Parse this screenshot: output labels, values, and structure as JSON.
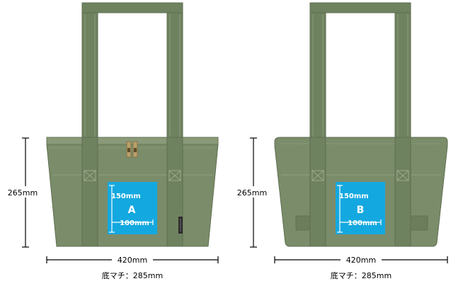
{
  "bags": [
    {
      "id": "front",
      "print_area_label": "A",
      "print_height_label": "150mm",
      "print_width_label": "100mm",
      "has_zipper_pulls": true,
      "has_brand_tag": true,
      "has_side_pockets": false
    },
    {
      "id": "back",
      "print_area_label": "B",
      "print_height_label": "150mm",
      "print_width_label": "100mm",
      "has_zipper_pulls": false,
      "has_brand_tag": false,
      "has_side_pockets": true
    }
  ],
  "dimensions": {
    "height_label": "265mm",
    "width_label": "420mm",
    "gusset_label": "底マチ：285mm"
  },
  "colors": {
    "bag_body": "#7b8c6a",
    "bag_body_dark": "#6c7d5c",
    "strap": "#6f8260",
    "stitch": "#9aa98a",
    "print_area": "#14a8e0",
    "print_text": "#ffffff",
    "dimension_line": "#000000",
    "zipper": "#b9a06a"
  }
}
